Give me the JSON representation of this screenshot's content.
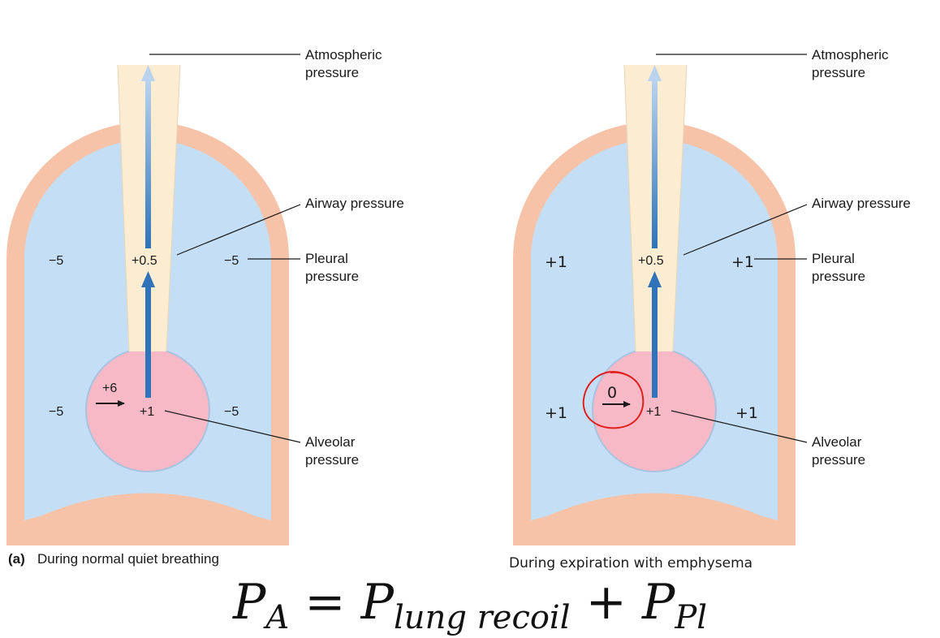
{
  "labels": {
    "atmospheric": [
      "Atmospheric",
      "pressure"
    ],
    "airway": "Airway pressure",
    "pleural": [
      "Pleural",
      "pressure"
    ],
    "alveolar": [
      "Alveolar",
      "pressure"
    ]
  },
  "left_panel": {
    "caption_prefix": "(a)",
    "caption": "During normal quiet breathing",
    "pleural_upper_left": "−5",
    "pleural_upper_right": "−5",
    "airway": "+0.5",
    "pleural_lower_left": "−5",
    "pleural_lower_right": "−5",
    "recoil": "+6",
    "alveolar": "+1"
  },
  "right_panel": {
    "caption": "During expiration with emphysema",
    "pleural_upper_left": "+1",
    "pleural_upper_right": "+1",
    "airway": "+0.5",
    "pleural_lower_left": "+1",
    "pleural_lower_right": "+1",
    "recoil": "0",
    "alveolar": "+1"
  },
  "equation": {
    "lhs_var": "P",
    "lhs_sub": "A",
    "equals": "=",
    "term1_var": "P",
    "term1_sub": "lung recoil",
    "plus": "+",
    "term2_var": "P",
    "term2_sub": "Pl"
  },
  "colors": {
    "wall": "#f6c2a8",
    "pleural_space": "#c4dff5",
    "alveolus": "#f7b9c6",
    "airway": "#fbecd2",
    "arrow_blue": "#2f73b8",
    "annotation_red": "#e0201e"
  }
}
